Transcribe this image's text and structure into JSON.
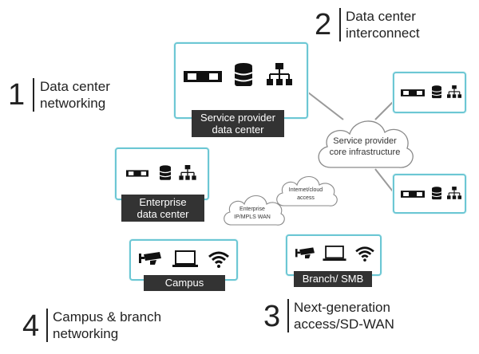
{
  "sections": [
    {
      "number": "1",
      "line1": "Data center",
      "line2": "networking"
    },
    {
      "number": "2",
      "line1": "Data center",
      "line2": "interconnect"
    },
    {
      "number": "3",
      "line1": "Next-generation",
      "line2": "access/SD-WAN"
    },
    {
      "number": "4",
      "line1": "Campus & branch",
      "line2": "networking"
    }
  ],
  "sites": {
    "service_provider": {
      "line1": "Service provider",
      "line2": "data center"
    },
    "enterprise": {
      "line1": "Enterprise",
      "line2": "data center"
    },
    "campus": {
      "label": "Campus"
    },
    "branch": {
      "label": "Branch/ SMB"
    }
  },
  "clouds": {
    "core": {
      "line1": "Service provider",
      "line2": "core infrastructure"
    },
    "internet": {
      "line1": "Internet/cloud",
      "line2": "access"
    },
    "wan": {
      "line1": "Enterprise",
      "line2": "IP/MPLS WAN"
    }
  },
  "colors": {
    "box_border": "#6cc7d4",
    "tag_bg": "#333333",
    "link_line": "#9a9a9a"
  },
  "icons": [
    "switch-icon",
    "database-icon",
    "network-topology-icon",
    "security-camera-icon",
    "laptop-icon",
    "wifi-icon",
    "cloud-icon"
  ]
}
